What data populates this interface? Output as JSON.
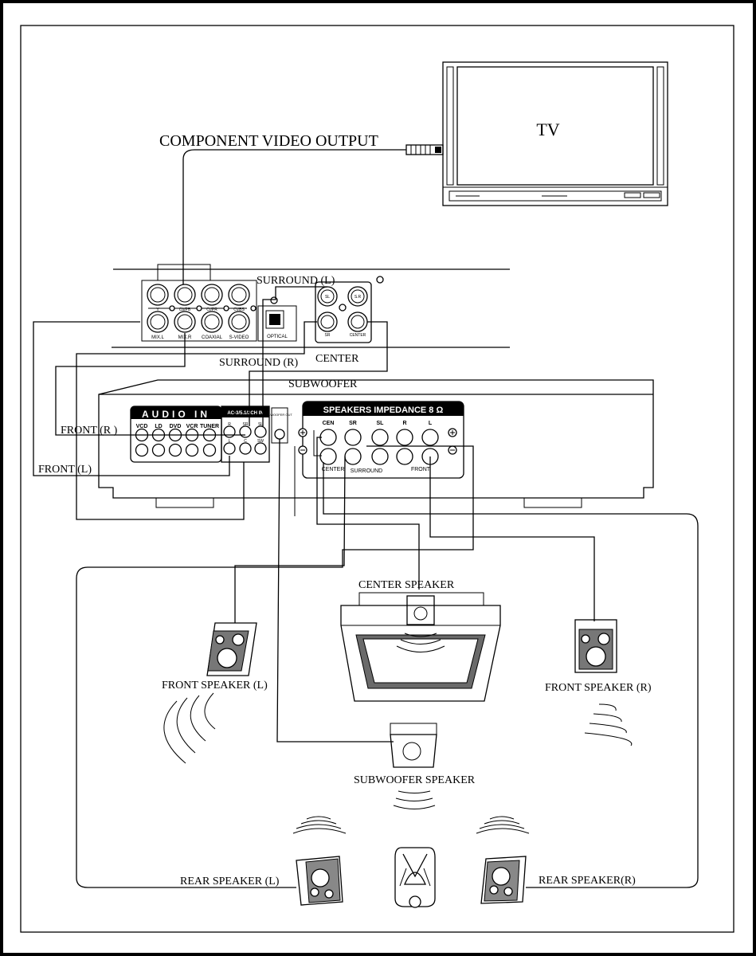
{
  "tv": {
    "label": "TV"
  },
  "video": {
    "component_output": "COMPONENT VIDEO OUTPUT"
  },
  "dvd_panel": {
    "labels": {
      "y": "Y",
      "cb": "Cb/PB",
      "cr": "Cr/PR",
      "cvbs": "CVBS",
      "mix_l": "MIX.L",
      "mix_r": "MIX.R",
      "coaxial": "COAXIAL",
      "svideo": "S-VIDEO",
      "optical": "OPTICAL",
      "sl": "SL",
      "s_r": "S.R",
      "sr": "SR",
      "center": "CENTER"
    }
  },
  "connections": {
    "surround_l": "SURROUND (L)",
    "surround_r": "SURROUND (R)",
    "center": "CENTER",
    "subwoofer": "SUBWOOFER",
    "front_r": "FRONT (R )",
    "front_l": "FRONT (L)"
  },
  "amplifier": {
    "audio_in": "AUDIO IN",
    "inputs": [
      "VCD",
      "LD",
      "DVD",
      "VCR",
      "TUNER"
    ],
    "ac3_label": "AC-3/5.1/2CH IN",
    "ac3_jacks": [
      "R",
      "SR",
      "SL",
      "L",
      "C",
      "SW"
    ],
    "sw_out": "S-WOOFER OUT",
    "speakers_impedance": "SPEAKERS IMPEDANCE 8 Ω",
    "terminals": [
      "CEN",
      "SR",
      "SL",
      "R",
      "L"
    ],
    "bottom_labels": {
      "center": "CENTER",
      "surround": "SURROUND",
      "front": "FRONT"
    }
  },
  "speakers": {
    "center": "CENTER SPEAKER",
    "front_l": "FRONT SPEAKER (L)",
    "front_r": "FRONT SPEAKER (R)",
    "subwoofer": "SUBWOOFER SPEAKER",
    "rear_l": "REAR SPEAKER (L)",
    "rear_r": "REAR SPEAKER(R)"
  }
}
